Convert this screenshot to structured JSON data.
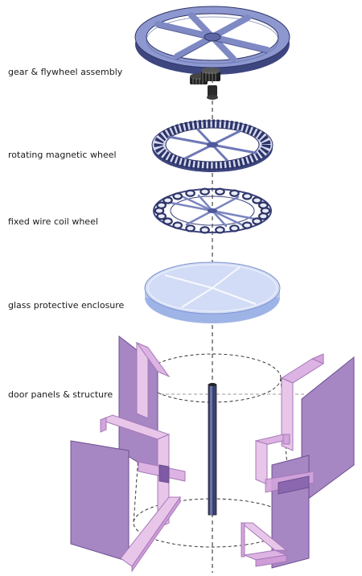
{
  "labels": {
    "gear": "gear & flywheel assembly",
    "magnetic": "rotating magnetic wheel",
    "coil": "fixed wire coil wheel",
    "glass": "glass protective enclosure",
    "door": "door panels & structure"
  },
  "colors": {
    "background": "#ffffff",
    "steel": "#8892c8",
    "steel_dark": "#3e4680",
    "steel_light": "#b6bde6",
    "glass": "#c6d5f5",
    "glass_edge": "#9fb4e6",
    "panel": "#a786c4",
    "panel_dark": "#6d4f8f",
    "frame": "#e7c6ea",
    "axis": "#222222"
  },
  "icons": {
    "flywheel": "flywheel-icon",
    "gear": "gear-icon",
    "magnet_wheel": "magnet-wheel-icon",
    "coil_wheel": "coil-wheel-icon",
    "glass_disc": "glass-disc-icon",
    "door_panel": "door-panel-icon"
  }
}
